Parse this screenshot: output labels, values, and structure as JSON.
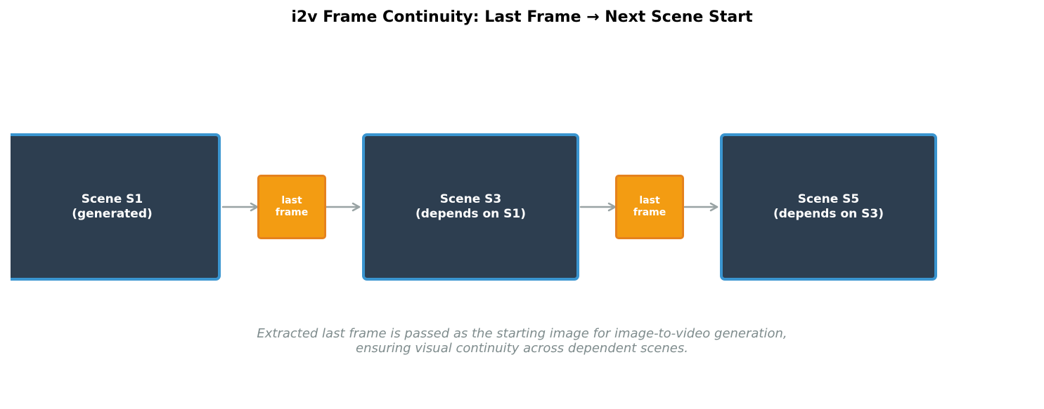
{
  "title": "i2v Frame Continuity: Last Frame → Next Scene Start",
  "scenes": [
    {
      "line1": "Scene S1",
      "line2": "(generated)"
    },
    {
      "line1": "Scene S3",
      "line2": "(depends on S1)"
    },
    {
      "line1": "Scene S5",
      "line2": "(depends on S3)"
    }
  ],
  "frames": [
    {
      "line1": "last",
      "line2": "frame"
    },
    {
      "line1": "last",
      "line2": "frame"
    }
  ],
  "caption": {
    "line1": "Extracted last frame is passed as the starting image for image-to-video generation,",
    "line2": "ensuring visual continuity across dependent scenes."
  },
  "colors": {
    "scene_fill": "#2d3e50",
    "scene_border": "#3a95d0",
    "frame_fill": "#f39c12",
    "frame_border": "#e5821d",
    "arrow": "#99a3a4",
    "caption": "#7f8c8d"
  }
}
